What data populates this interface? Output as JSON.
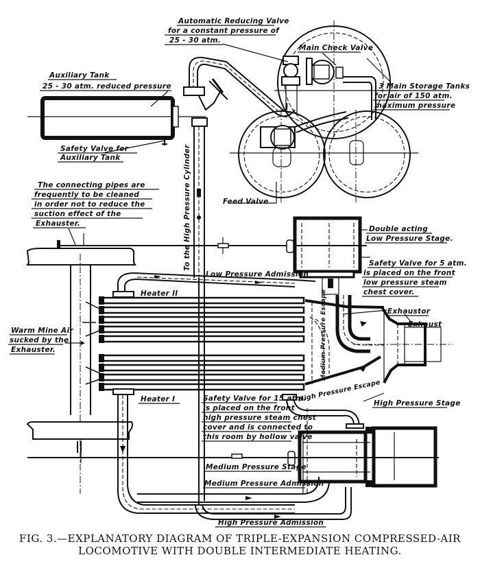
{
  "figure": {
    "caption_line1": "FIG. 3.—EXPLANATORY DIAGRAM OF TRIPLE-EXPANSION COMPRESSED-AIR",
    "caption_line2": "LOCOMOTIVE WITH DOUBLE INTERMEDIATE HEATING."
  },
  "labels": {
    "reducing_valve": [
      "Automatic Reducing Valve",
      "for a constant pressure of",
      "25 - 30 atm."
    ],
    "main_check_valve": "Main Check Valve",
    "storage_tanks": [
      "3 Main Storage Tanks",
      "for air of 150 atm.",
      "maximum pressure"
    ],
    "auxiliary_tank": [
      "Auxiliary Tank",
      "25 - 30 atm. reduced pressure"
    ],
    "aux_safety_valve": [
      "Safety Valve for",
      "Auxiliary Tank"
    ],
    "connecting_pipes_note": [
      "The connecting pipes are",
      "frequently to be cleaned",
      "in order not to reduce the",
      "suction effect of the",
      "Exhauster."
    ],
    "hp_cylinder_pipe": "To the High Pressure Cylinder",
    "feed_valve": "Feed Valve",
    "low_pressure_stage": [
      "Double acting",
      "Low Pressure Stage."
    ],
    "lp_safety_valve": [
      "Safety Valve for 5 atm.",
      "is placed on the front",
      "low pressure steam",
      "chest cover."
    ],
    "low_pressure_admission": "Low Pressure Admission",
    "heater_2": "Heater II",
    "heater_1": "Heater I",
    "exhaustor": "Exhaustor",
    "exhaust": "Exhaust",
    "warm_mine_air": [
      "Warm Mine Air",
      "sucked by the",
      "Exhauster."
    ],
    "medium_pressure_escape": "Medium Pressure Escape",
    "high_pressure_escape": "High Pressure Escape",
    "high_pressure_stage": "High Pressure Stage",
    "hp_safety_valve": [
      "Safety Valve for 15 atm.",
      "is placed on the front",
      "high pressure steam chest",
      "cover and is connected to",
      "this room by hollow valve"
    ],
    "medium_pressure_stage": "Medium Pressure Stage",
    "medium_pressure_admission": "Medium Pressure Admission",
    "high_pressure_admission": "High Pressure Admission"
  }
}
